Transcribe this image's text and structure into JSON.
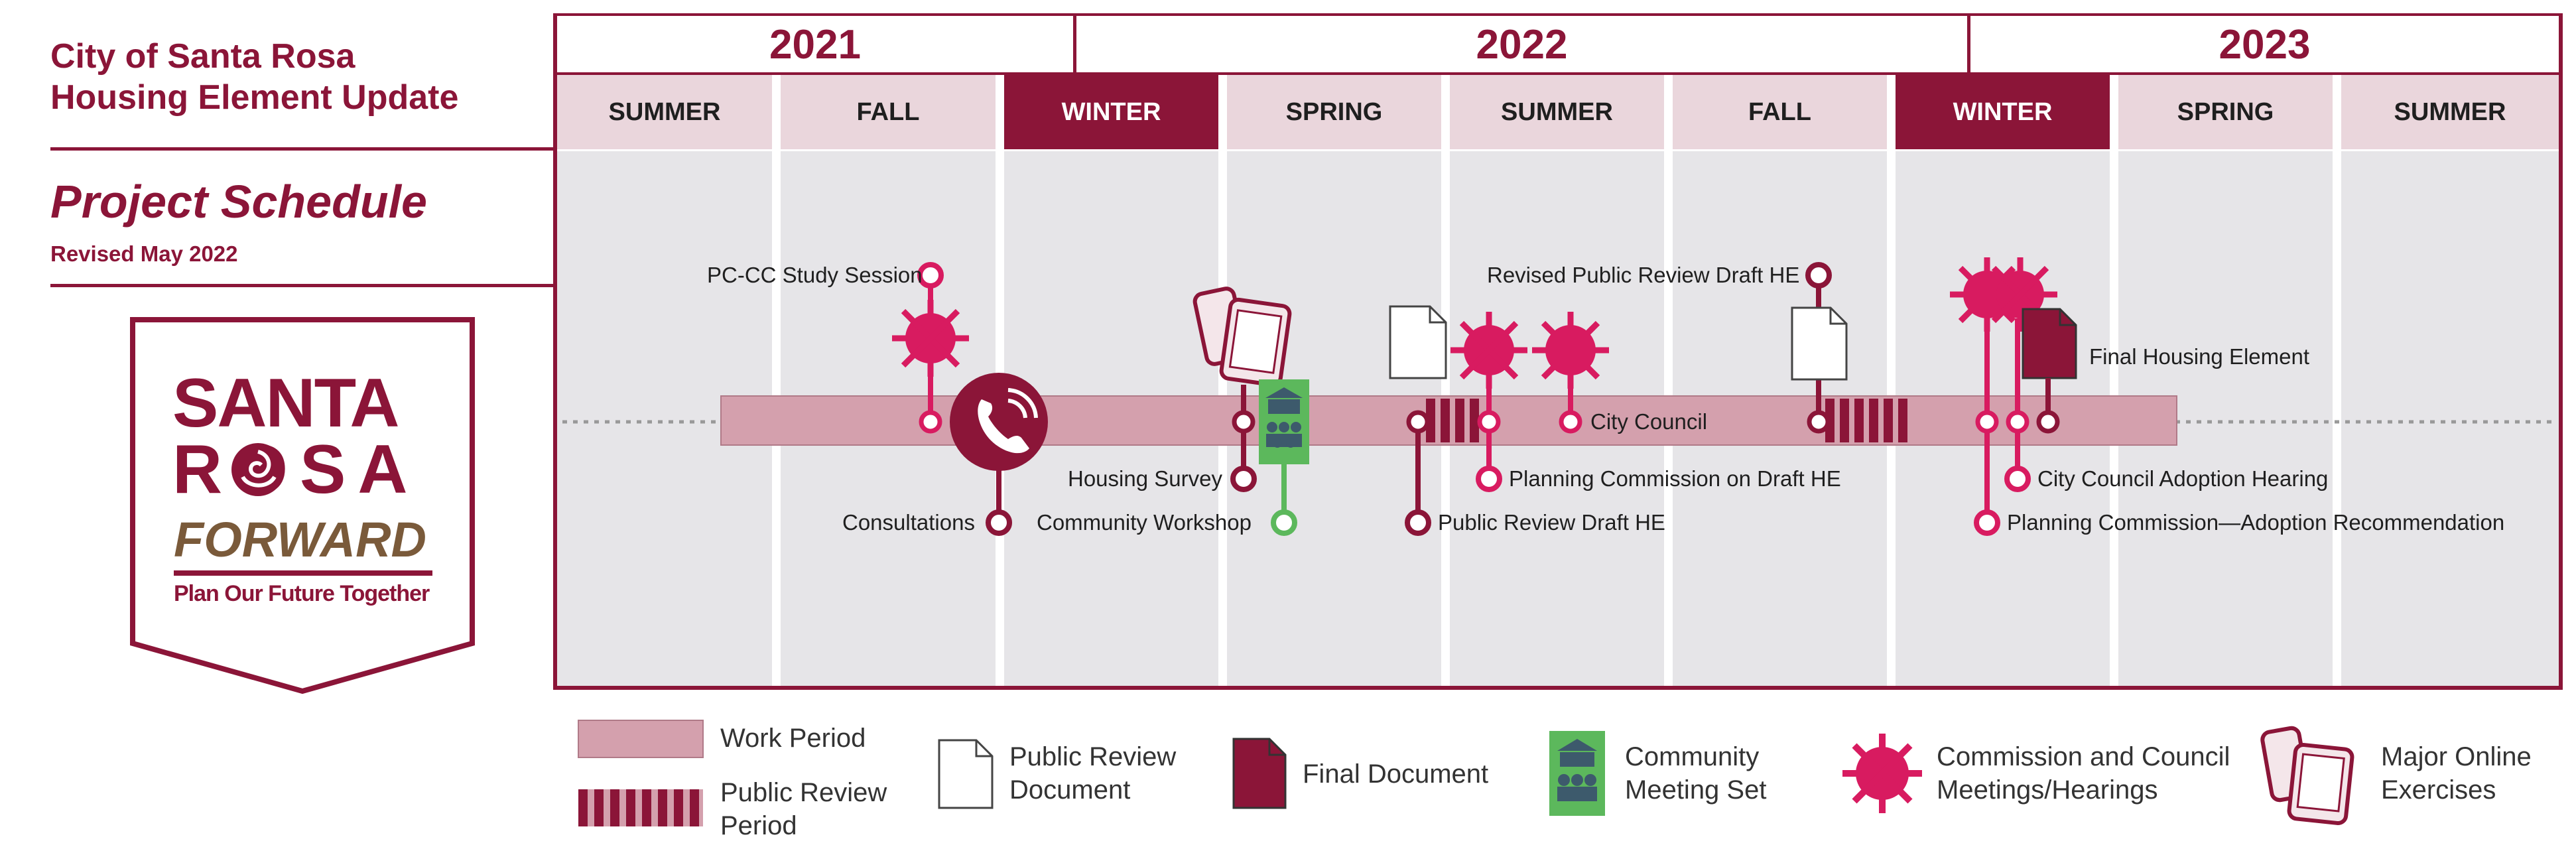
{
  "header": {
    "title_line1": "City of Santa Rosa",
    "title_line2": "Housing Element Update",
    "subtitle": "Project Schedule",
    "revised": "Revised May 2022"
  },
  "logo": {
    "line1": "SANTA",
    "line2": "ROSA",
    "line3": "FORWARD",
    "tagline": "Plan Our Future Together"
  },
  "years": [
    "2021",
    "2022",
    "2023"
  ],
  "seasons": [
    "SUMMER",
    "FALL",
    "WINTER",
    "SPRING",
    "SUMMER",
    "FALL",
    "WINTER",
    "SPRING",
    "SUMMER"
  ],
  "milestones": {
    "pc_cc_study_session": "PC-CC Study Session",
    "consultations": "Consultations",
    "housing_survey": "Housing Survey",
    "community_workshop": "Community Workshop",
    "public_review_draft": "Public Review Draft HE",
    "planning_commission_draft": "Planning Commission on Draft HE",
    "city_council": "City Council",
    "revised_public_review": "Revised Public Review Draft HE",
    "final_housing_element": "Final Housing Element",
    "cc_adoption": "City Council Adoption Hearing",
    "pc_adoption": "Planning Commission—Adoption Recommendation"
  },
  "legend": {
    "work_period": "Work Period",
    "public_review_period_1": "Public Review",
    "public_review_period_2": "Period",
    "public_review_doc_1": "Public Review",
    "public_review_doc_2": "Document",
    "final_doc": "Final Document",
    "community_meeting_1": "Community",
    "community_meeting_2": "Meeting Set",
    "meetings_1": "Commission and Council",
    "meetings_2": "Meetings/Hearings",
    "online_1": "Major Online",
    "online_2": "Exercises"
  },
  "colors": {
    "maroon": "#8b1538",
    "magenta": "#d81b60",
    "work_bar": "#d4a0ad",
    "season_light": "#ead6dc",
    "panel": "#e6e5e8",
    "green": "#5cb85c",
    "brown": "#7a5a3a"
  }
}
